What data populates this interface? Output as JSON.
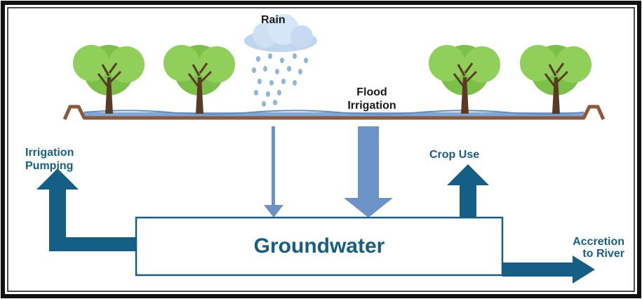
{
  "diagram": {
    "labels": {
      "rain": "Rain",
      "flood_irrigation": "Flood\nIrrigation",
      "irrigation_pumping": "Irrigation\nPumping",
      "crop_use": "Crop Use",
      "accretion": "Accretion\nto River",
      "groundwater": "Groundwater"
    },
    "colors": {
      "flow_dark": "#155f86",
      "flow_light": "#6b93c7",
      "canal": "#8b5a3c",
      "water": "#7fa6d4",
      "tree_leaf": "#7cc04a",
      "tree_trunk": "#5a3a22",
      "cloud": "#bfd6ef"
    },
    "icons": [
      "rain-cloud-icon",
      "tree-icon"
    ]
  }
}
